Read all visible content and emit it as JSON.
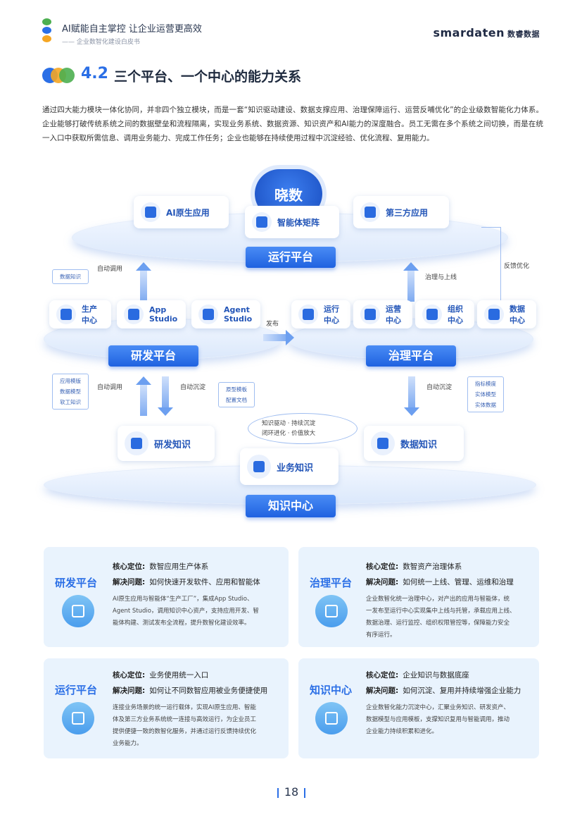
{
  "header": {
    "title": "AI赋能自主掌控 让企业运营更高效",
    "subtitle": "—— 企业数智化建设白皮书",
    "brand": "smardaten",
    "brand_cn": "数睿数据",
    "dot_colors": [
      "#4caf50",
      "#2b6fe6",
      "#f5a623"
    ]
  },
  "section": {
    "number": "4.2",
    "title": "三个平台、一个中心的能力关系",
    "intro": "通过四大能力模块一体化协同，并非四个独立模块，而是一套“知识驱动建设、数据支撑应用、治理保障运行、运营反哺优化”的企业级数智能化力体系。企业能够打破传统系统之间的数据壁垒和流程隔离，实现业务系统、数据资源、知识资产和AI能力的深度融合。员工无需在多个系统之间切换，而是在统一入口中获取所需信息、调用业务能力、完成工作任务；企业也能够在持续使用过程中沉淀经验、优化流程、复用能力。"
  },
  "diagram": {
    "top_badge": "晓数",
    "top_cards": [
      "AI原生应用",
      "智能体矩阵",
      "第三方应用"
    ],
    "run_platform": "运行平台",
    "dev_platform": "研发平台",
    "gov_platform": "治理平台",
    "knowledge_center": "知识中心",
    "dev_cards": [
      {
        "line1": "生产",
        "line2": "中心"
      },
      {
        "line1": "App",
        "line2": "Studio"
      },
      {
        "line1": "Agent",
        "line2": "Studio"
      }
    ],
    "gov_cards": [
      {
        "line1": "运行",
        "line2": "中心"
      },
      {
        "line1": "运营",
        "line2": "中心"
      },
      {
        "line1": "组织",
        "line2": "中心"
      },
      {
        "line1": "数据",
        "line2": "中心"
      }
    ],
    "knowledge_cards": [
      "研发知识",
      "业务知识",
      "数据知识"
    ],
    "labels": {
      "auto_call_top": "自动调用",
      "data_knowledge_tag": "数据知识",
      "govern_online": "治理与上线",
      "feedback": "反馈优化",
      "publish": "发布",
      "auto_call_bottom": "自动调用",
      "auto_deposit_left": "自动沉淀",
      "auto_deposit_right": "自动沉淀",
      "cycle_line1": "知识驱动 · 持续沉淀",
      "cycle_line2": "闭环进化 · 价值放大"
    },
    "left_tags": [
      "应用模版",
      "数据模型",
      "软工知识"
    ],
    "mid_tags": [
      "原型模板",
      "配置文档"
    ],
    "right_tags": [
      "指标模度",
      "实体模型",
      "实体数据"
    ]
  },
  "info_cards": [
    {
      "title": "研发平台",
      "core_label": "核心定位:",
      "core_value": "数智应用生产体系",
      "solve_label": "解决问题:",
      "solve_value": "如何快速开发软件、应用和智能体",
      "desc": [
        "AI原生应用与智能体“生产工厂”，集成App Studio、",
        "Agent Studio，调用知识中心资产，支持应用开发、智",
        "能体构建、测试发布全流程，提升数智化建设效率。"
      ],
      "icon": "code-monitor-icon"
    },
    {
      "title": "治理平台",
      "core_label": "核心定位:",
      "core_value": "数智资产治理体系",
      "solve_label": "解决问题:",
      "solve_value": "如何统一上线、管理、运维和治理",
      "desc": [
        "企业数智化统一治理中心，对产出的应用与智能体，统",
        "一发布至运行中心实现集中上线与托管，承载应用上线、",
        "数据治理、运行监控、组织权限管控等，保障能力安全",
        "有序运行。"
      ],
      "icon": "document-icon"
    },
    {
      "title": "运行平台",
      "core_label": "核心定位:",
      "core_value": "业务使用统一入口",
      "solve_label": "解决问题:",
      "solve_value": "如何让不同数智应用被业务便捷使用",
      "desc": [
        "连接业务场景的统一运行载体，实现AI原生应用、智能",
        "体及第三方业务系统统一连接与高效运行，为企业员工",
        "提供便捷一致的数智化服务，并通过运行反馈持续优化",
        "业务能力。"
      ],
      "icon": "network-icon"
    },
    {
      "title": "知识中心",
      "core_label": "核心定位:",
      "core_value": "企业知识与数据底座",
      "solve_label": "解决问题:",
      "solve_value": "如何沉淀、复用并持续增强企业能力",
      "desc": [
        "企业数智化能力沉淀中心，汇聚业务知识、研发资产、",
        "数据模型与应用模板，支撑知识复用与智能调用，推动",
        "企业能力持续积累和进化。"
      ],
      "icon": "play-circle-icon"
    }
  ],
  "page_number": "18"
}
